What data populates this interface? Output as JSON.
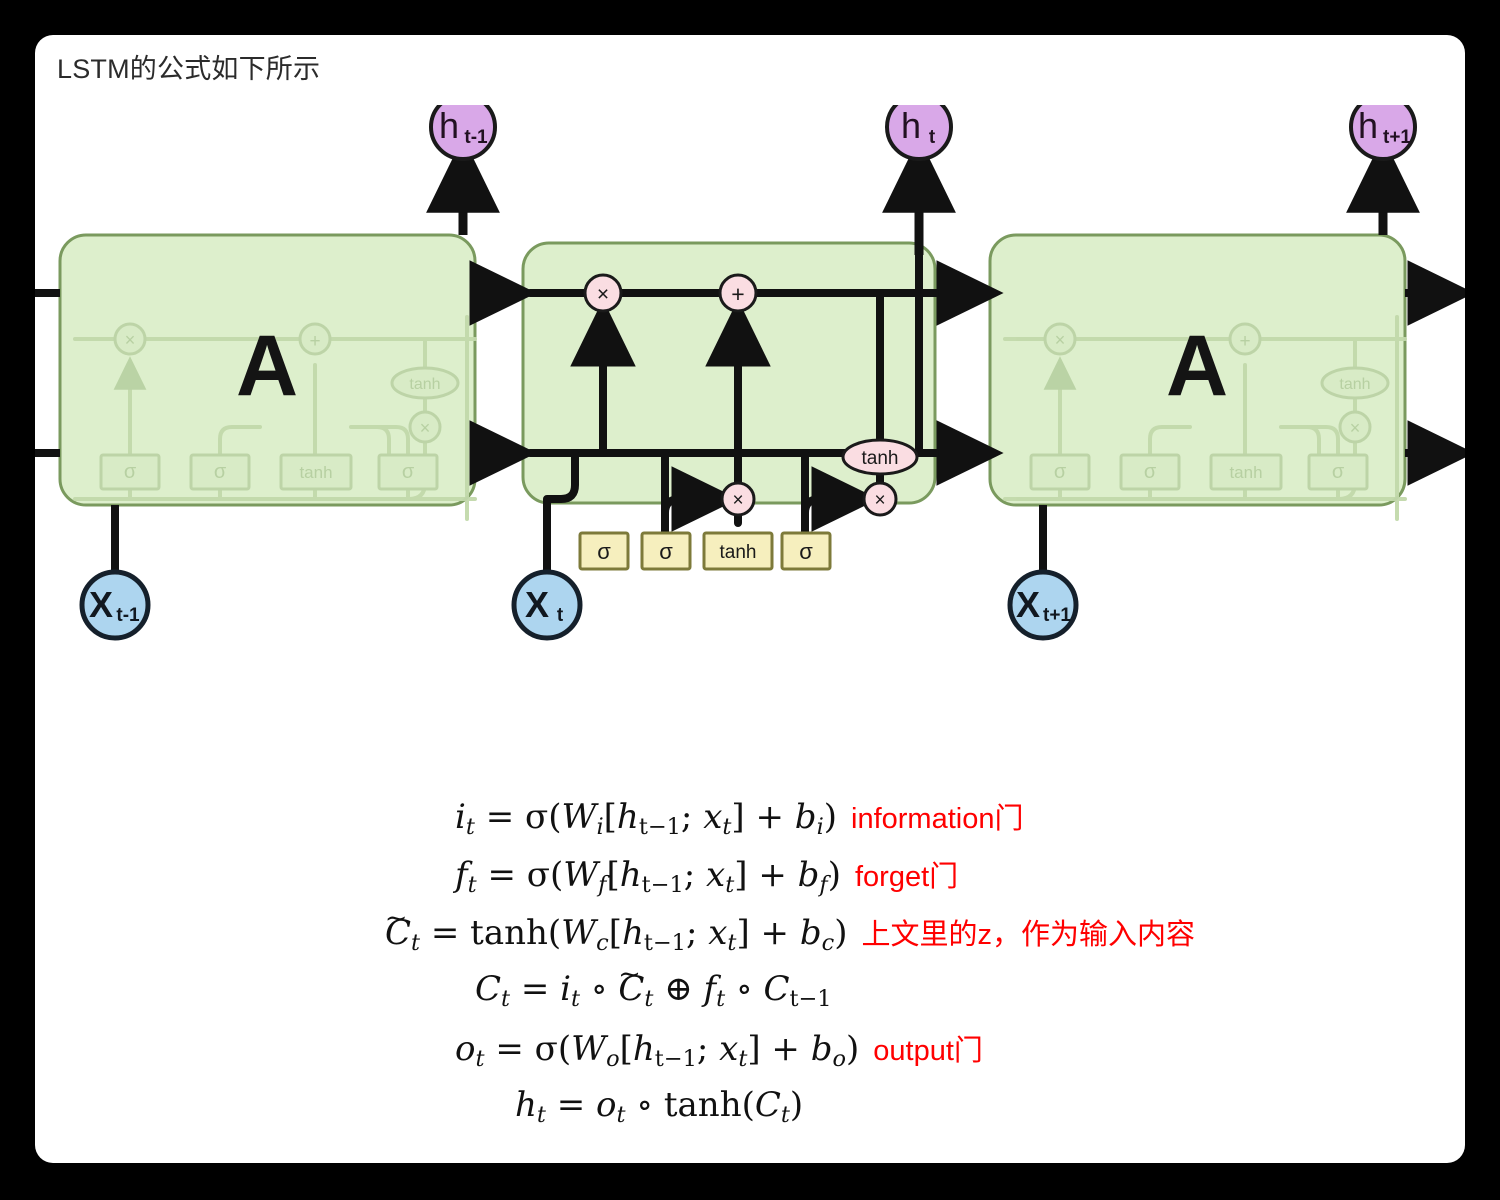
{
  "page": {
    "title": "LSTM的公式如下所示",
    "card_background": "#ffffff",
    "outer_background": "#000000"
  },
  "diagram": {
    "name": "lstm-chain-diagram",
    "colors": {
      "cell_fill": "#ddefcc",
      "cell_border": "#7a9a5e",
      "gate_box_fill": "#f6efbe",
      "gate_box_border": "#7d7a3a",
      "op_circle_fill": "#fadde2",
      "op_circle_border": "#222222",
      "h_circle_fill": "#d9a8e8",
      "x_circle_fill": "#add5ef",
      "line": "#111111"
    },
    "cells": [
      {
        "name": "cell-prev",
        "label": "A",
        "faded": true
      },
      {
        "name": "cell-current",
        "label": "",
        "faded": false
      },
      {
        "name": "cell-next",
        "label": "A",
        "faded": true
      }
    ],
    "outputs": [
      {
        "name": "h-prev",
        "base": "h",
        "sub": "t-1"
      },
      {
        "name": "h-current",
        "base": "h",
        "sub": "t"
      },
      {
        "name": "h-next",
        "base": "h",
        "sub": "t+1"
      }
    ],
    "inputs": [
      {
        "name": "x-prev",
        "base": "X",
        "sub": "t-1"
      },
      {
        "name": "x-current",
        "base": "X",
        "sub": "t"
      },
      {
        "name": "x-next",
        "base": "X",
        "sub": "t+1"
      }
    ],
    "gate_boxes": [
      {
        "name": "forget-gate-sigma",
        "label": "σ"
      },
      {
        "name": "input-gate-sigma",
        "label": "σ"
      },
      {
        "name": "candidate-tanh",
        "label": "tanh"
      },
      {
        "name": "output-gate-sigma",
        "label": "σ"
      }
    ],
    "operators": [
      {
        "name": "multiply-forget",
        "label": "×"
      },
      {
        "name": "add-cellstate",
        "label": "+"
      },
      {
        "name": "multiply-input",
        "label": "×"
      },
      {
        "name": "multiply-output",
        "label": "×"
      }
    ],
    "tanh_ellipse": {
      "name": "cellstate-tanh",
      "label": "tanh"
    }
  },
  "formulas": [
    {
      "name": "input-gate-equation",
      "parts": {
        "lhs": "i",
        "lhs_sub": "t",
        "fn": "σ",
        "w": "W",
        "w_sub": "i",
        "b": "b",
        "b_sub": "i"
      },
      "note": "information门"
    },
    {
      "name": "forget-gate-equation",
      "parts": {
        "lhs": "f",
        "lhs_sub": "t",
        "fn": "σ",
        "w": "W",
        "w_sub": "f",
        "b": "b",
        "b_sub": "f"
      },
      "note": "forget门"
    },
    {
      "name": "candidate-cell-equation",
      "parts": {
        "lhs": "C",
        "lhs_sub": "t",
        "fn": "tanh",
        "w": "W",
        "w_sub": "c",
        "b": "b",
        "b_sub": "c"
      },
      "note": "上文里的z，作为输入内容"
    },
    {
      "name": "cell-state-equation",
      "note": ""
    },
    {
      "name": "output-gate-equation",
      "parts": {
        "lhs": "o",
        "lhs_sub": "t",
        "fn": "σ",
        "w": "W",
        "w_sub": "o",
        "b": "b",
        "b_sub": "o"
      },
      "note": "output门"
    },
    {
      "name": "hidden-state-equation",
      "note": ""
    }
  ],
  "shared_tokens": {
    "h_prev": "h",
    "h_prev_sub": "t-1",
    "x_t": "x",
    "x_t_sub": "t",
    "bracket_open": "[",
    "bracket_close": "]",
    "semicolon": ";",
    "plus": "+",
    "equals": "=",
    "circ": "∘",
    "oplus": "⊕"
  }
}
